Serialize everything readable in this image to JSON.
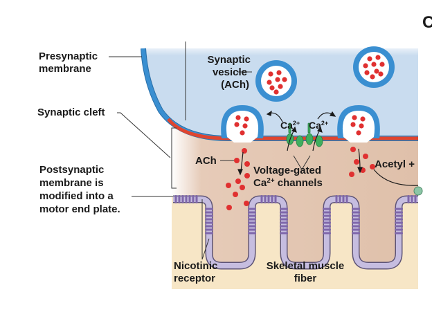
{
  "diagram": {
    "title": "Neuromuscular junction detail",
    "colors": {
      "presynaptic_fill": "#c9dcef",
      "membrane_blue": "#3a8fd1",
      "membrane_red": "#e0452f",
      "cleft_fill": "#e2c4b0",
      "muscle_fill": "#f7e6c6",
      "ach_dot": "#e03030",
      "channel_green": "#3fae5f",
      "receptor_purple": "#9d86c2",
      "fold_lavender": "#c6bde0",
      "line": "#333333"
    },
    "labels": {
      "presynaptic_membrane": [
        "Presynaptic",
        "membrane"
      ],
      "synaptic_cleft": "Synaptic cleft",
      "postsynaptic": [
        "Postsynaptic",
        "membrane is",
        "modified into a",
        "motor end plate."
      ],
      "synaptic_vesicle": [
        "Synaptic",
        "vesicle",
        "(ACh)"
      ],
      "ca_left": "Ca",
      "ca_right": "Ca",
      "ca_superscript": "2+",
      "ach": "ACh",
      "voltage_gated": [
        "Voltage-gated",
        "Ca"
      ],
      "voltage_gated_sup": "2+",
      "voltage_gated_suffix": " channels",
      "acetyl": "Acetyl +",
      "nicotinic_receptor": [
        "Nicotinic",
        "receptor"
      ],
      "skeletal_muscle": [
        "Skeletal muscle",
        "fiber"
      ],
      "cut_off_letter": "C"
    }
  }
}
